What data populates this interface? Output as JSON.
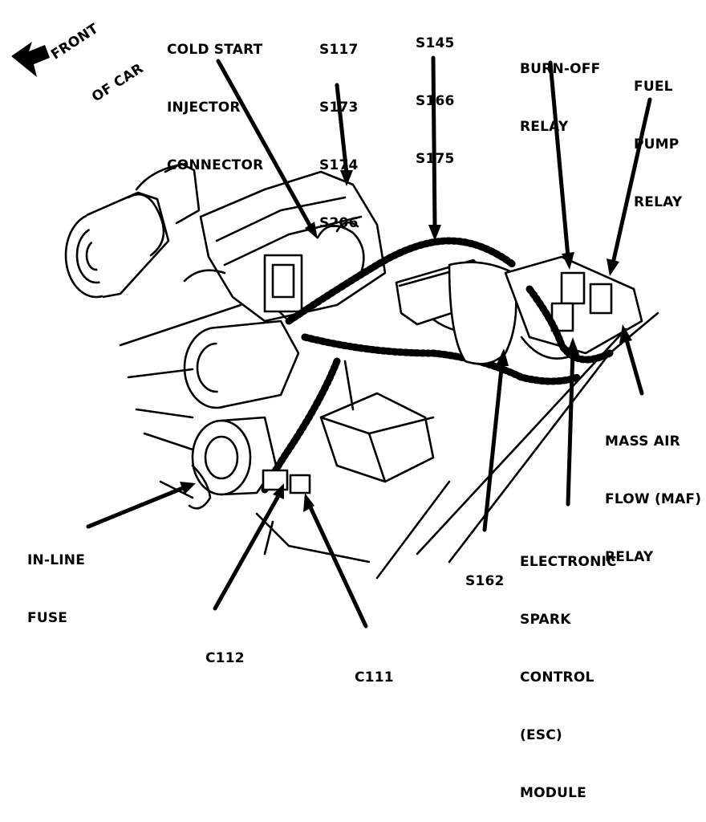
{
  "labels": {
    "front_of_car": [
      "FRONT",
      "OF CAR"
    ],
    "cold_start_injector_connector": [
      "COLD START",
      "INJECTOR",
      "CONNECTOR"
    ],
    "splices_a": [
      "S117",
      "S173",
      "S174",
      "S206"
    ],
    "splices_b": [
      "S145",
      "S166",
      "S175"
    ],
    "burn_off_relay": [
      "BURN-OFF",
      "RELAY"
    ],
    "fuel_pump_relay": [
      "FUEL",
      "PUMP",
      "RELAY"
    ],
    "maf_relay": [
      "MASS AIR",
      "FLOW (MAF)",
      "RELAY"
    ],
    "esc_module": [
      "ELECTRONIC",
      "SPARK",
      "CONTROL",
      "(ESC)",
      "MODULE"
    ],
    "s162": [
      "S162"
    ],
    "in_line_fuse": [
      "IN-LINE",
      "FUSE"
    ],
    "c112": [
      "C112"
    ],
    "c111": [
      "C111"
    ]
  },
  "colors": {
    "ink": "#000000",
    "paper": "#ffffff"
  }
}
